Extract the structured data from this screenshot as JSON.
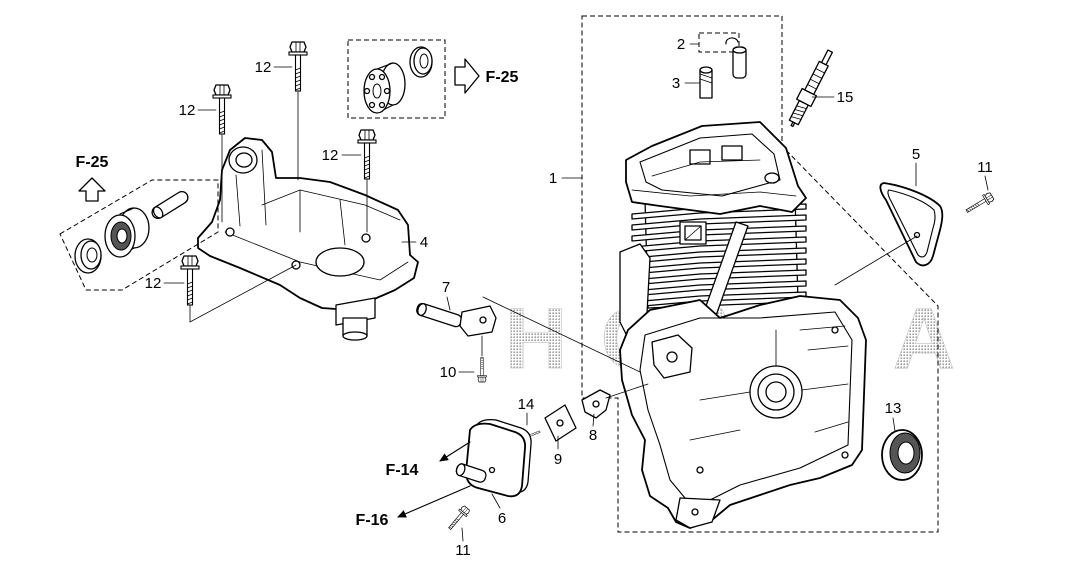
{
  "diagram": {
    "watermark": "HONDA",
    "callouts": {
      "p1": "1",
      "p2": "2",
      "p3": "3",
      "p4": "4",
      "p5": "5",
      "p6": "6",
      "p7": "7",
      "p8": "8",
      "p9": "9",
      "p10": "10",
      "p11_right": "11",
      "p11_bottom": "11",
      "p12_top": "12",
      "p12_upper_left": "12",
      "p12_middle": "12",
      "p12_lower_left": "12",
      "p13": "13",
      "p14": "14",
      "p15": "15"
    },
    "references": {
      "f25_left": "F-25",
      "f25_top": "F-25",
      "f14": "F-14",
      "f16": "F-16"
    },
    "colors": {
      "line": "#000000",
      "watermark": "#9a9a9a",
      "background": "#ffffff"
    }
  }
}
